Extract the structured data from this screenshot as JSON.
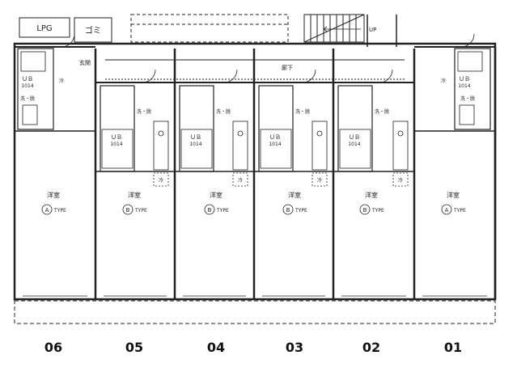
{
  "top_labels": {
    "lpg": "LPG",
    "garbage": "ゴミ",
    "up": "UP",
    "entrance": "玄関",
    "corridor": "廊下"
  },
  "room_label": "洋室",
  "ub_label": "ＵＢ",
  "ub_size": "1014",
  "washroom_label": "洗・脱",
  "fridge_label": "冷",
  "type_suffix": "TYPE",
  "units": [
    {
      "number": "06",
      "type": "A"
    },
    {
      "number": "05",
      "type": "B"
    },
    {
      "number": "04",
      "type": "B"
    },
    {
      "number": "03",
      "type": "B"
    },
    {
      "number": "02",
      "type": "B"
    },
    {
      "number": "01",
      "type": "A"
    }
  ]
}
